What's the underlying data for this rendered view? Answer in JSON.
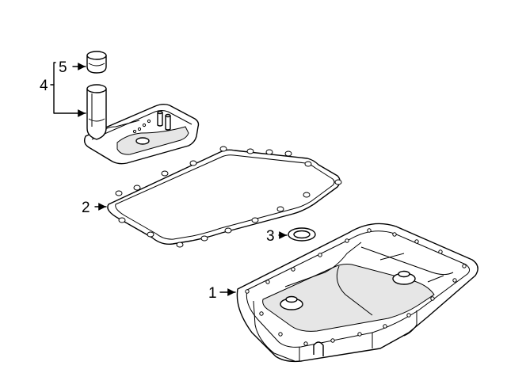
{
  "callouts": [
    {
      "id": "callout-1",
      "text": "1"
    },
    {
      "id": "callout-2",
      "text": "2"
    },
    {
      "id": "callout-3",
      "text": "3"
    },
    {
      "id": "callout-4",
      "text": "4"
    },
    {
      "id": "callout-5",
      "text": "5"
    }
  ]
}
